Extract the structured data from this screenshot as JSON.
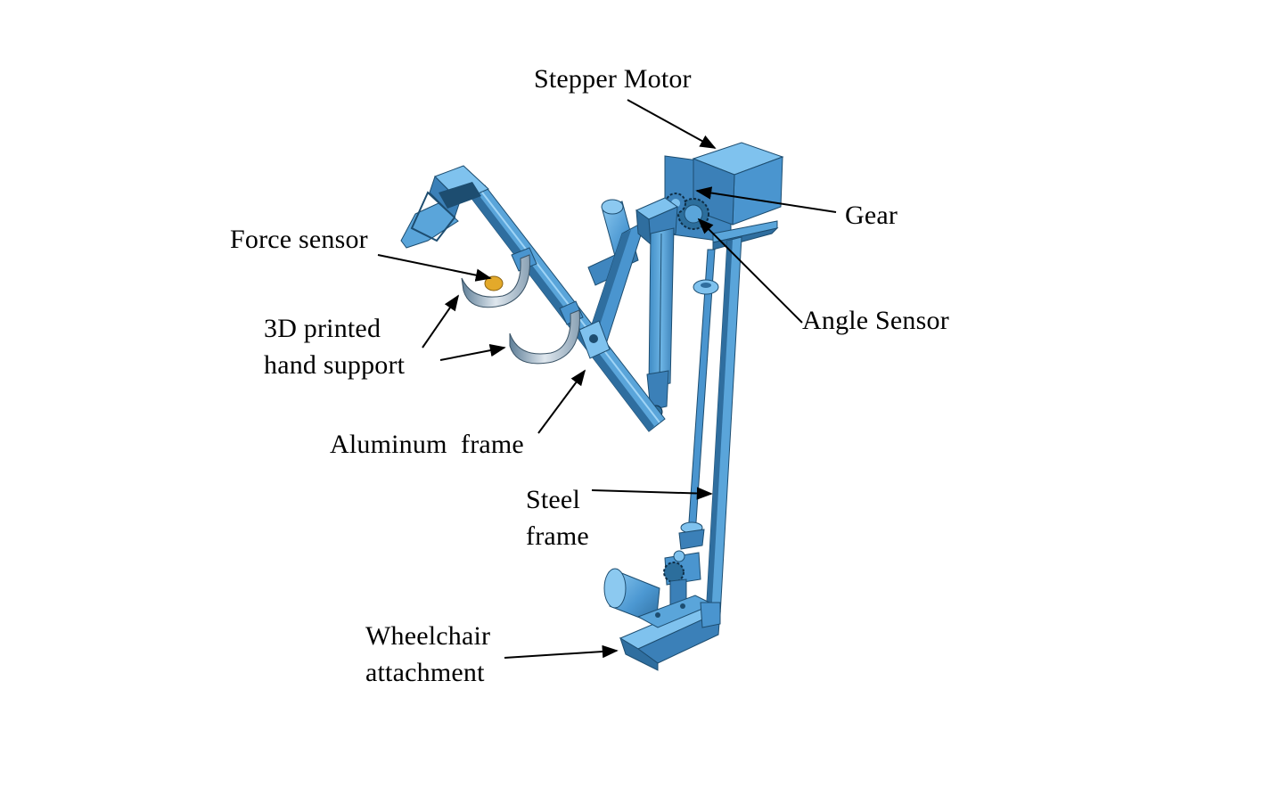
{
  "labels": {
    "stepper_motor": "Stepper Motor",
    "gear": "Gear",
    "angle_sensor": "Angle Sensor",
    "force_sensor": "Force sensor",
    "hand_support_line1": "3D printed",
    "hand_support_line2": "hand support",
    "aluminum_frame": "Aluminum  frame",
    "steel_frame_line1": "Steel",
    "steel_frame_line2": "frame",
    "wheelchair_line1": "Wheelchair",
    "wheelchair_line2": "attachment"
  },
  "colors": {
    "part_main": "#4a9ad4",
    "part_light": "#7cc0ec",
    "part_dark": "#2c6e9c",
    "part_edge": "#1d4d70",
    "sensor_pad": "#e3a92a",
    "hand_support": "#c9d4dc",
    "arrow": "#000000",
    "text": "#000000"
  }
}
